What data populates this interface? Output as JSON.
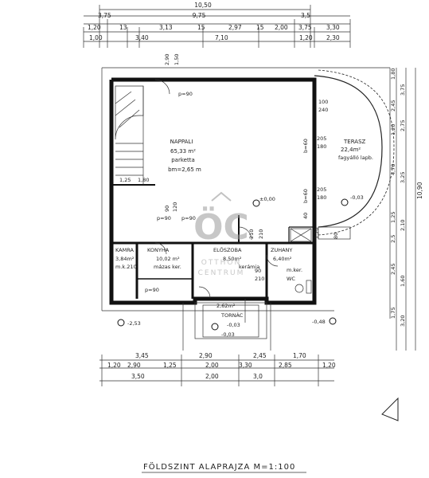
{
  "top_dims": {
    "overall": "10,50",
    "row2": [
      "3,75",
      "9,75",
      "3,5"
    ],
    "row3": [
      "1,20",
      "13",
      "3,13",
      "15",
      "2,97",
      "15",
      "2,00",
      "3,75",
      "3,30"
    ],
    "row4": [
      "1,00",
      "3,40",
      "7,10",
      "1,20",
      "2,30"
    ]
  },
  "rooms": {
    "nappali": {
      "name": "NAPPALI",
      "area": "65,33 m²",
      "floor": "parketta",
      "height": "bm=2,65 m"
    },
    "terasz": {
      "name": "TERASZ",
      "area": "22,4m²",
      "floor": "fagyálló lapb."
    },
    "kamra": {
      "name": "KAMRA",
      "area": "3,84m²",
      "door": "m.k.210"
    },
    "konyha": {
      "name": "KONYHA",
      "area": "10,02 m²",
      "floor": "mázas ker."
    },
    "eloszoba": {
      "name": "ELŐSZOBA",
      "area": "8,50m²",
      "floor": "kerámia"
    },
    "zuhany": {
      "name": "ZUHANY",
      "area": "6,40m²",
      "floor": "m.ker.",
      "wc": "WC"
    },
    "tornac": {
      "name": "TORNÁC",
      "area": "2,62m²",
      "level": "-0,03"
    }
  },
  "interior_labels": {
    "p90_top": "p=90",
    "stair_a": "1,25",
    "stair_b": "1,80",
    "door_2_90": "2,90",
    "door_150": "1,50",
    "level_zero": "±0,00",
    "p90_mid": "p=90",
    "p90_left": "p=90",
    "p90_konyha": "p=90",
    "d_90": "90",
    "d_120": "120",
    "d_210a": "210",
    "d_210b": "210",
    "d_90b": "90",
    "d_210c": "210",
    "d_205a": "205",
    "d_180a": "180",
    "d_205b": "205",
    "d_180b": "180",
    "d_100": "100",
    "d_240": "240",
    "b60a": "b=60",
    "b60b": "b=60",
    "d_40": "40",
    "d_120b": "1,20",
    "d_080": "80",
    "terrace_level": "-0,03",
    "outside_left": "-2,53",
    "outside_right": "-0,48",
    "entry_level": "-0,03"
  },
  "right_dims": {
    "outer": [
      "10,90"
    ],
    "mid": [
      "1,80",
      "2,45",
      "1,20",
      "4,70",
      "1,25",
      "2,5",
      "2,45",
      "1,75"
    ],
    "inner": [
      "3,75",
      "2,75",
      "3,25",
      "2,10",
      "1,60",
      "3,20"
    ]
  },
  "bottom_dims": {
    "row1": [
      "3,45",
      "2,90",
      "2,45",
      "1,70"
    ],
    "row2": [
      "1,20",
      "2,90",
      "1,25",
      "2,00",
      "3,30",
      "2,85",
      "1,20"
    ],
    "row3": [
      "3,50",
      "2,00",
      "3,0"
    ]
  },
  "watermark": {
    "logo": "ÖC",
    "line1": "OTTHON",
    "line2": "CENTRUM"
  },
  "title": "FÖLDSZINT ALAPRAJZA  M=1:100"
}
